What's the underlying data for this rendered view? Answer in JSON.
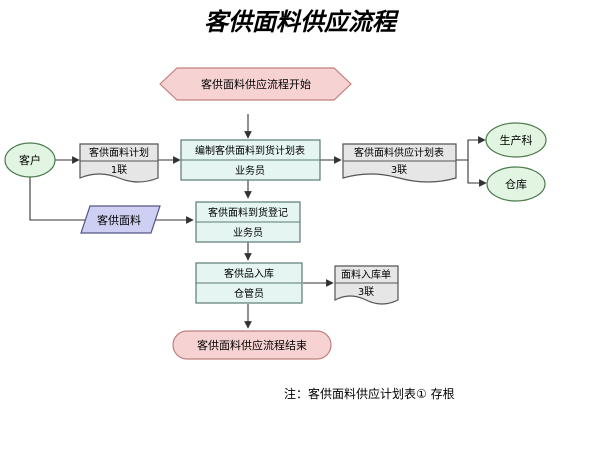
{
  "title": "客供面料供应流程",
  "nodes": {
    "start": "客供面料供应流程开始",
    "customer": "客户",
    "plan_doc": {
      "title": "客供面料计划",
      "copies": "1联"
    },
    "compile": {
      "title": "编制客供面料到货计划表",
      "role": "业务员"
    },
    "supply_plan": {
      "title": "客供面料供应计划表",
      "copies": "3联"
    },
    "production": "生产科",
    "warehouse": "仓库",
    "material": "客供面料",
    "register": {
      "title": "客供面料到货登记",
      "role": "业务员"
    },
    "inbound": {
      "title": "客供品入库",
      "role": "仓管员"
    },
    "inbound_doc": {
      "title": "面料入库单",
      "copies": "3联"
    },
    "end": "客供面料供应流程结束"
  },
  "note": "注：客供面料供应计划表① 存根",
  "colors": {
    "terminal_fill": "#f7d2d2",
    "terminal_stroke": "#c08080",
    "process_fill": "#e4f5f2",
    "process_stroke": "#5a7a74",
    "document_fill": "#e6e6e6",
    "document_stroke": "#555555",
    "data_fill": "#cdd0f2",
    "data_stroke": "#555588",
    "circle_fill": "#e2f5e2",
    "circle_stroke": "#4a7a4a"
  }
}
